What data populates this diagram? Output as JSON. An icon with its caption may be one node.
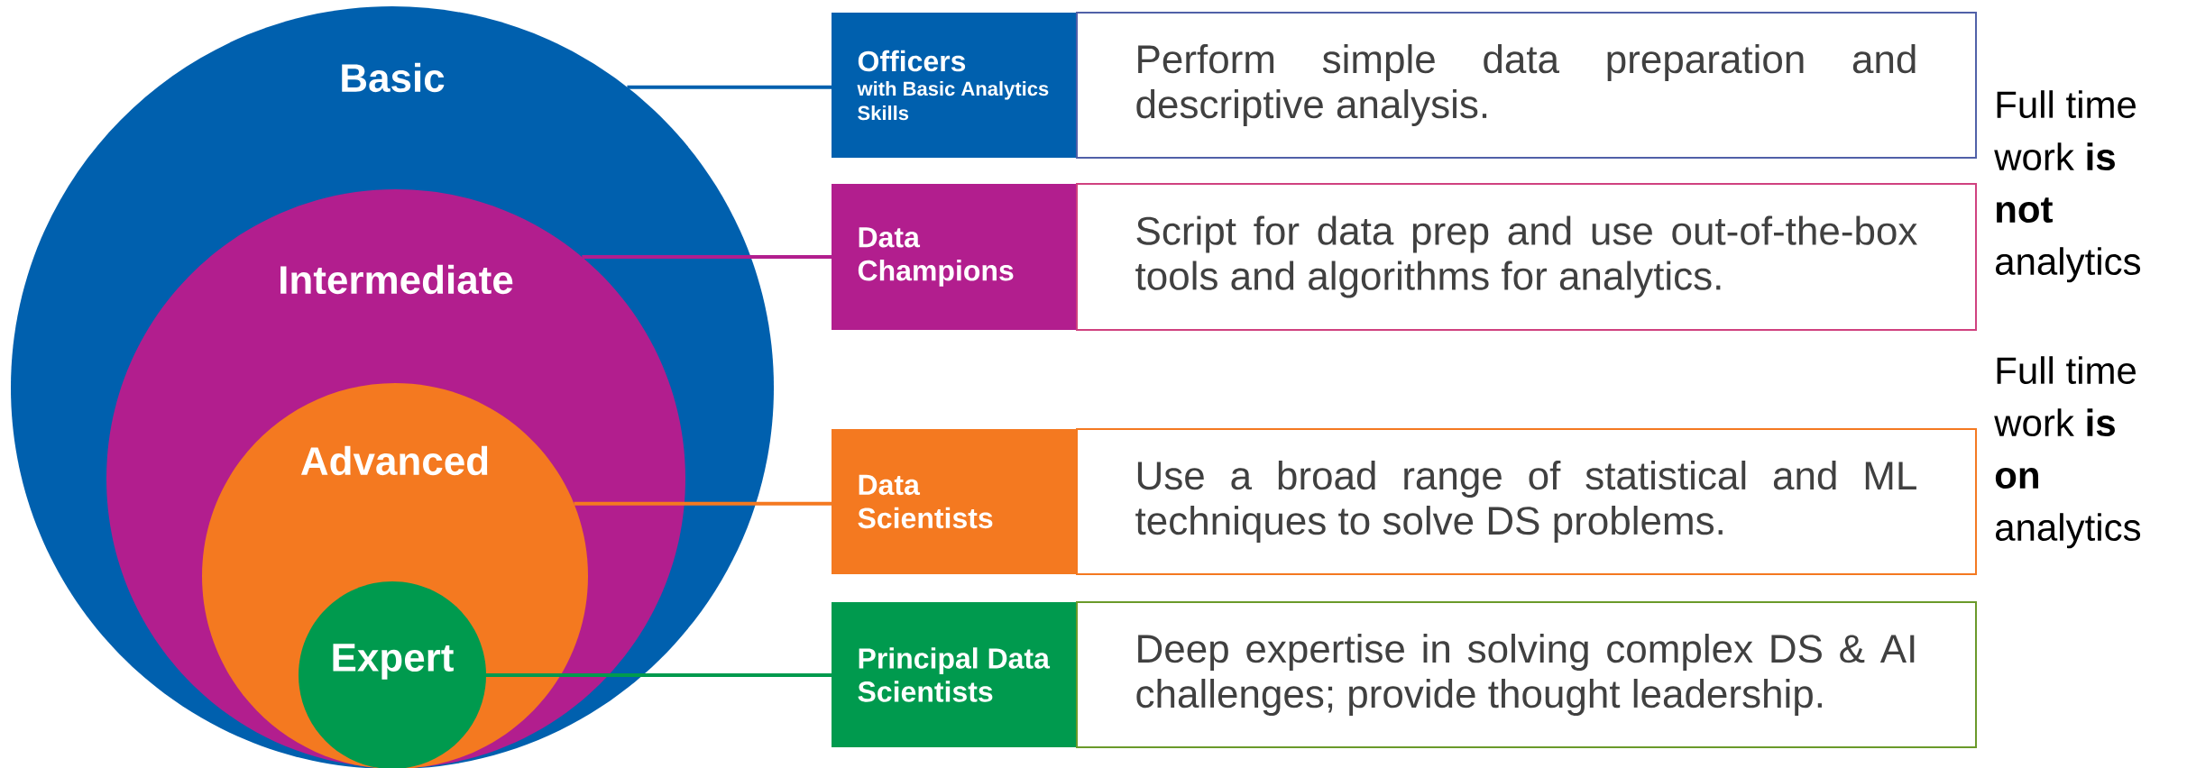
{
  "diagram": {
    "nodes": [
      {
        "text": [
          "Basic"
        ]
      },
      {
        "text": [
          "Intermediate"
        ],
        "in": 0
      },
      {
        "text": [
          "Advanced"
        ],
        "in": 1
      },
      {
        "text": [
          "Expert"
        ],
        "in": 2
      },
      {
        "text": [
          "Officers",
          "with Basic Analytics Skills"
        ]
      },
      {
        "text": [
          "Perform simple data preparation and descriptive analysis."
        ]
      },
      {
        "text": [
          "Data Champions"
        ]
      },
      {
        "text": [
          "Script for data prep and use out-of-the-box tools and algorithms for analytics."
        ]
      },
      {
        "text": [
          "Data Scientists"
        ]
      },
      {
        "text": [
          "Use a broad range of statistical and ML techniques to solve DS problems."
        ]
      },
      {
        "text": [
          "Principal Data Scientists"
        ]
      },
      {
        "text": [
          "Deep expertise in solving complex DS & AI challenges; provide thought leadership."
        ]
      }
    ],
    "edges": [
      {
        "from": 0,
        "to": 4,
        "arrow": "none",
        "color": "#0060ae"
      },
      {
        "from": 1,
        "to": 6,
        "arrow": "none",
        "color": "#b21e8e"
      },
      {
        "from": 2,
        "to": 8,
        "arrow": "none",
        "color": "#f47920"
      },
      {
        "from": 3,
        "to": 10,
        "arrow": "none",
        "color": "#009a4e"
      }
    ],
    "labels": [
      "Full time work **is not** analytics",
      "Full time work **is on** analytics"
    ]
  }
}
